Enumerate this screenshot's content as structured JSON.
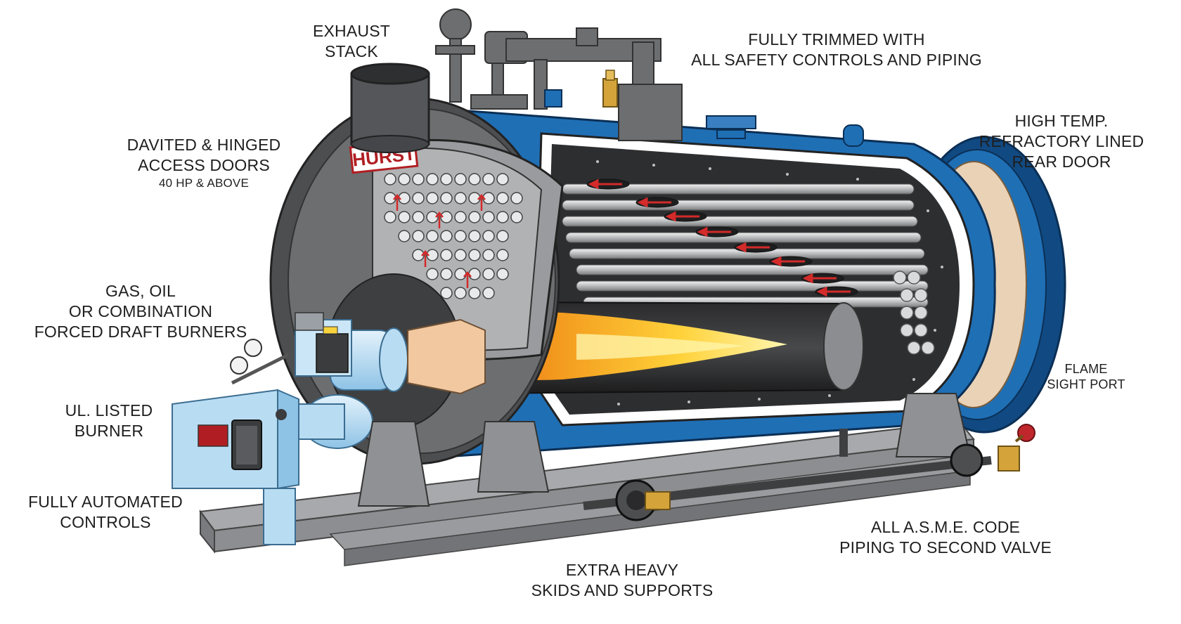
{
  "brand": "HURST",
  "colors": {
    "shell_blue": "#1f6fb5",
    "dark_blue": "#114a82",
    "steel_gray": "#6d6e70",
    "dark_gray": "#47484a",
    "tube_light": "#d9dadc",
    "flame_yellow": "#ffe45a",
    "flame_orange": "#f39a1e",
    "refractory": "#ead2b6",
    "arrow_red": "#d32a2a",
    "burner_blue": "#b8dcf2"
  },
  "labels": {
    "exhaust": [
      "EXHAUST",
      "STACK"
    ],
    "trimmed": [
      "FULLY TRIMMED WITH",
      "ALL SAFETY CONTROLS AND PIPING"
    ],
    "davited": [
      "DAVITED & HINGED",
      "ACCESS DOORS"
    ],
    "davited_note": "40 HP & ABOVE",
    "hightemp": [
      "HIGH TEMP.",
      "REFRACTORY LINED",
      "REAR DOOR"
    ],
    "burners": [
      "GAS, OIL",
      "OR COMBINATION",
      "FORCED DRAFT BURNERS"
    ],
    "flame_port": [
      "FLAME",
      "SIGHT PORT"
    ],
    "ul": [
      "UL. LISTED",
      "BURNER"
    ],
    "controls": [
      "FULLY AUTOMATED",
      "CONTROLS"
    ],
    "asme": [
      "ALL A.S.M.E. CODE",
      "PIPING TO SECOND VALVE"
    ],
    "skids": [
      "EXTRA HEAVY",
      "SKIDS AND SUPPORTS"
    ]
  }
}
